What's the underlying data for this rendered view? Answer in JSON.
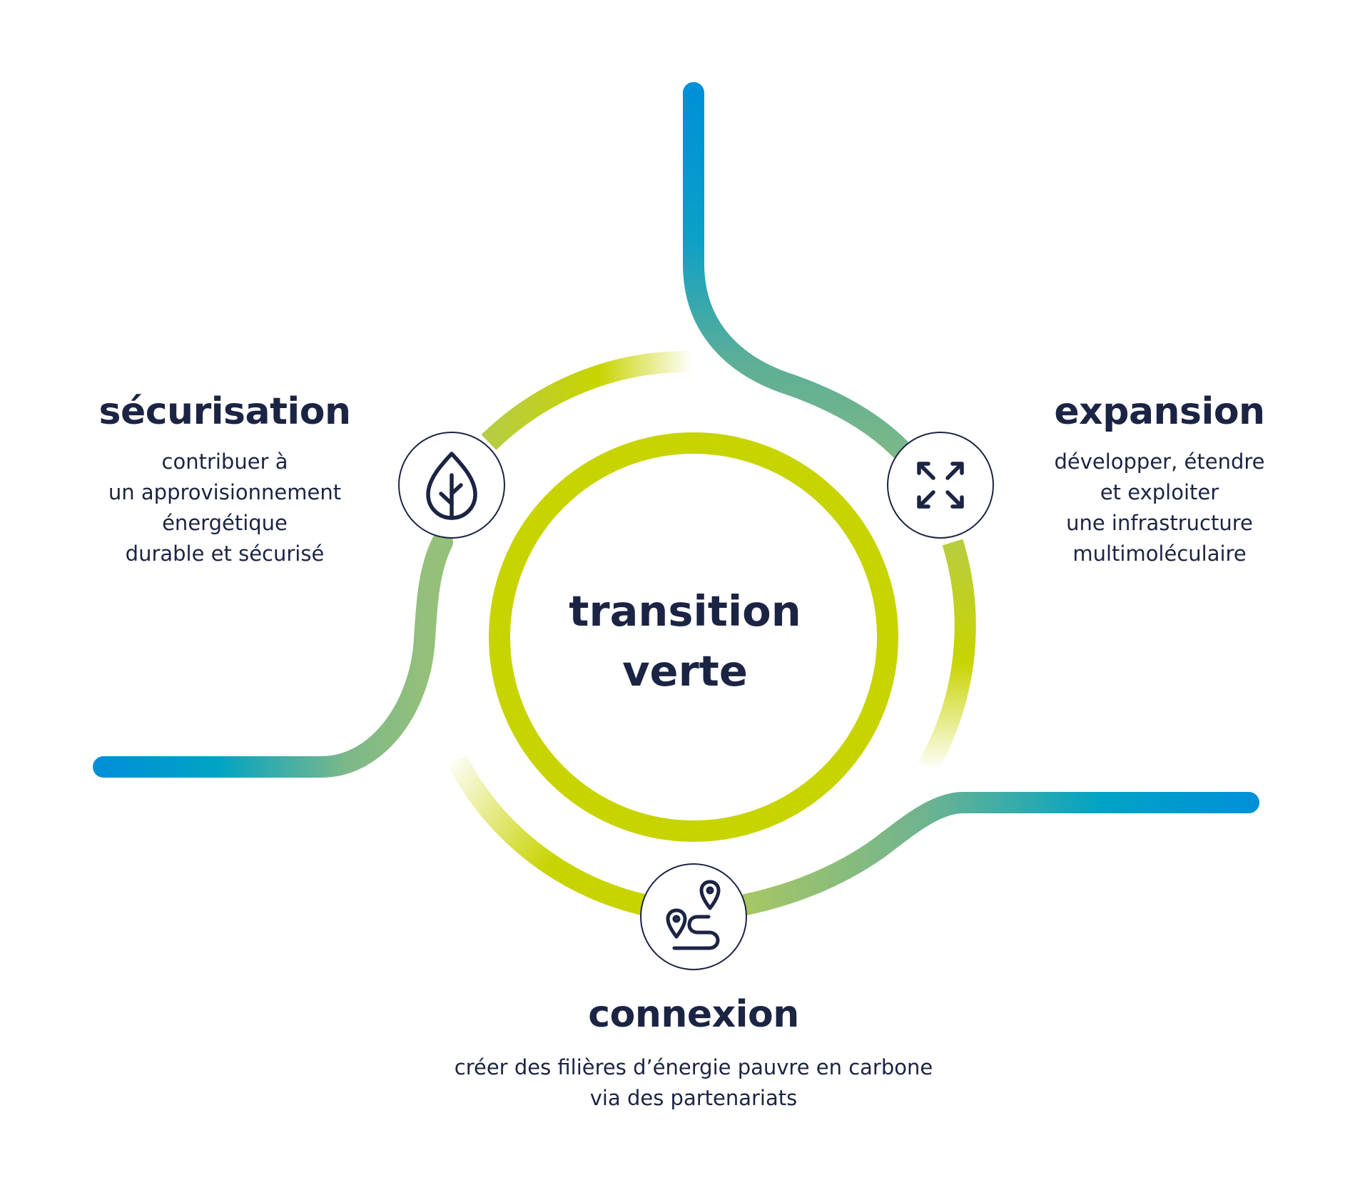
{
  "center": {
    "line1": "transition",
    "line2": "verte"
  },
  "pillars": [
    {
      "id": "securisation",
      "title": "sécurisation",
      "description_lines": [
        "contribuer à",
        "un approvisionnement",
        "énergétique",
        "durable et sécurisé"
      ],
      "icon": "leaf-icon"
    },
    {
      "id": "expansion",
      "title": "expansion",
      "description_lines": [
        "développer, étendre",
        "et exploiter",
        "une infrastructure",
        "multimoléculaire"
      ],
      "icon": "expand-arrows-icon"
    },
    {
      "id": "connexion",
      "title": "connexion",
      "description_lines": [
        "créer des filières d’énergie pauvre en carbone",
        "via des partenariats"
      ],
      "icon": "route-pins-icon"
    }
  ],
  "colors": {
    "text": "#1c2444",
    "blue": "#0090d8",
    "teal": "#00a3c4",
    "green": "#8cbd7f",
    "lime": "#c8d400",
    "icon_stroke": "#1c2444"
  }
}
